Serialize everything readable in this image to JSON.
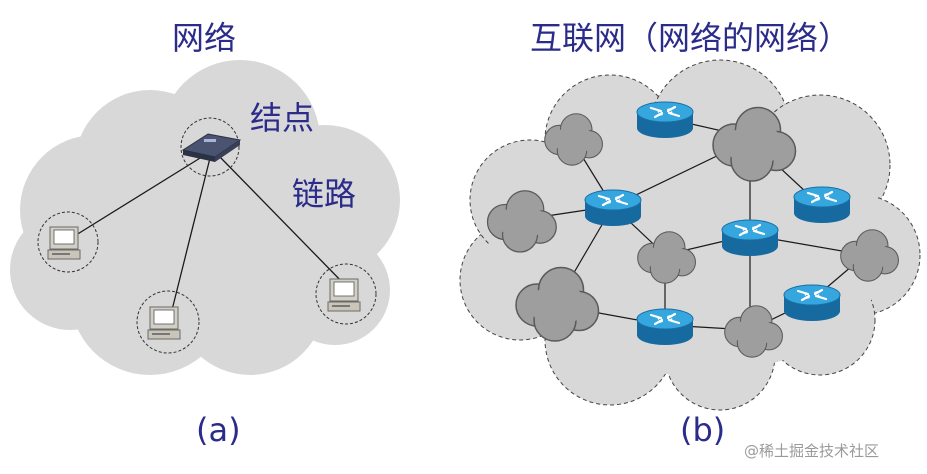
{
  "diagram_a": {
    "title": "网络",
    "node_label": "结点",
    "link_label": "链路",
    "caption": "(a)"
  },
  "diagram_b": {
    "title": "互联网（网络的网络）",
    "caption": "(b)"
  },
  "watermark": "@稀土掘金技术社区",
  "colors": {
    "label_text": "#2b2b8a",
    "cloud_fill": "#d8d8d8",
    "small_cloud_fill": "#9e9e9e",
    "router_top": "#2e9ad4",
    "router_side": "#1a6fa6"
  }
}
